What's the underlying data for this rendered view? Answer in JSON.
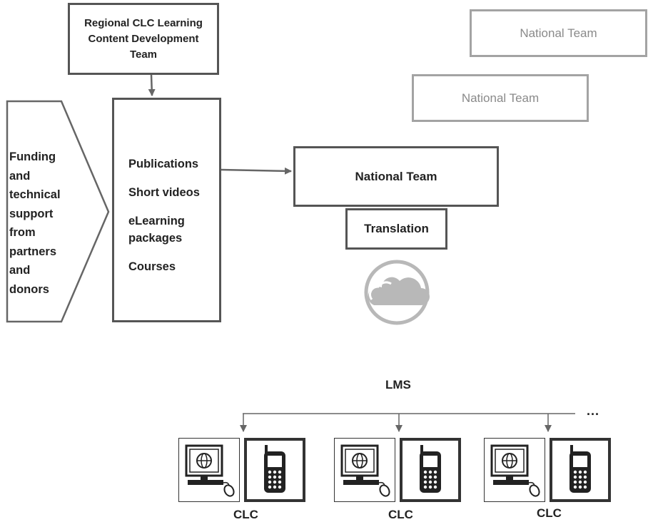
{
  "regional_team": {
    "label": "Regional CLC Learning Content Development Team"
  },
  "national_teams": {
    "top": "National Team",
    "middle": "National Team",
    "main": "National Team"
  },
  "translation": {
    "label": "Translation"
  },
  "funding": {
    "lines": [
      "Funding",
      "and",
      "technical",
      "support",
      "from",
      "partners",
      "and",
      "donors"
    ]
  },
  "content_types": [
    "Publications",
    "Short videos",
    "eLearning packages",
    "Courses"
  ],
  "cloud": {
    "icon": "cloud-icon"
  },
  "lms": {
    "label": "LMS",
    "ellipsis": "..."
  },
  "clcs": [
    {
      "label": "CLC",
      "computer_icon": "computer-icon",
      "phone_icon": "mobile-phone-icon"
    },
    {
      "label": "CLC",
      "computer_icon": "computer-icon",
      "phone_icon": "mobile-phone-icon"
    },
    {
      "label": "CLC",
      "computer_icon": "computer-icon",
      "phone_icon": "mobile-phone-icon"
    }
  ],
  "colors": {
    "dark_border": "#555555",
    "light_border": "#a3a3a3",
    "cloud": "#b5b5b5"
  }
}
